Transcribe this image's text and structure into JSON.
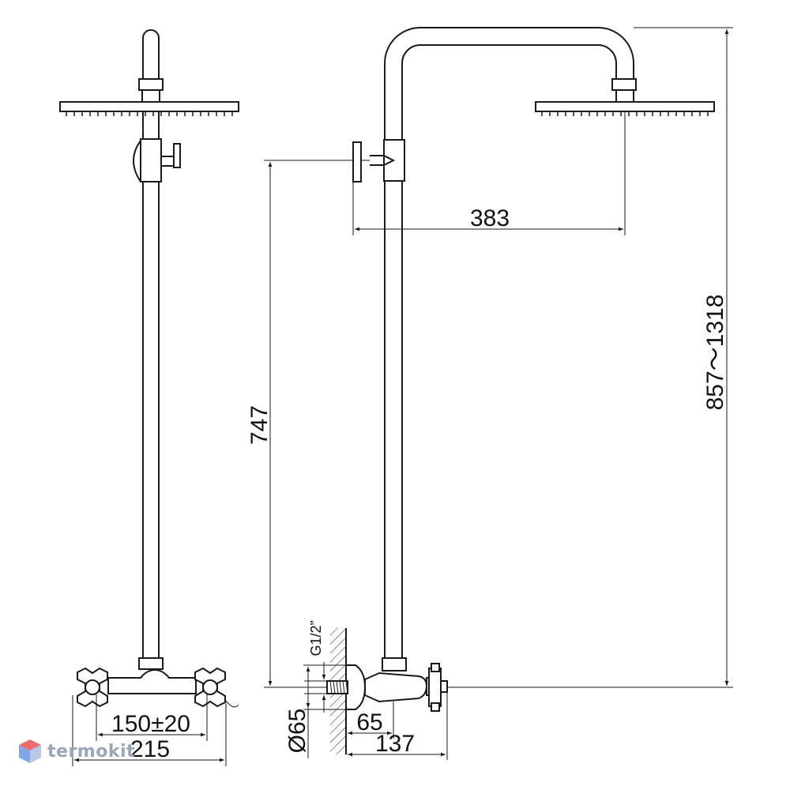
{
  "dimensions": {
    "offset_383": "383",
    "height_747": "747",
    "height_range": "857～1318",
    "thread": "G1/2”",
    "diameter": "Ø65",
    "depth_65": "65",
    "depth_137": "137",
    "spacing": "150±20",
    "width_215": "215"
  },
  "watermark": {
    "brand": "termokit",
    "logo_icon": "cube-logo-icon",
    "colors": {
      "top": "#f26b6b",
      "left": "#7fa7e6",
      "right": "#b9c8e8"
    }
  },
  "colors": {
    "line": "#1a1a1a",
    "background": "#ffffff"
  }
}
